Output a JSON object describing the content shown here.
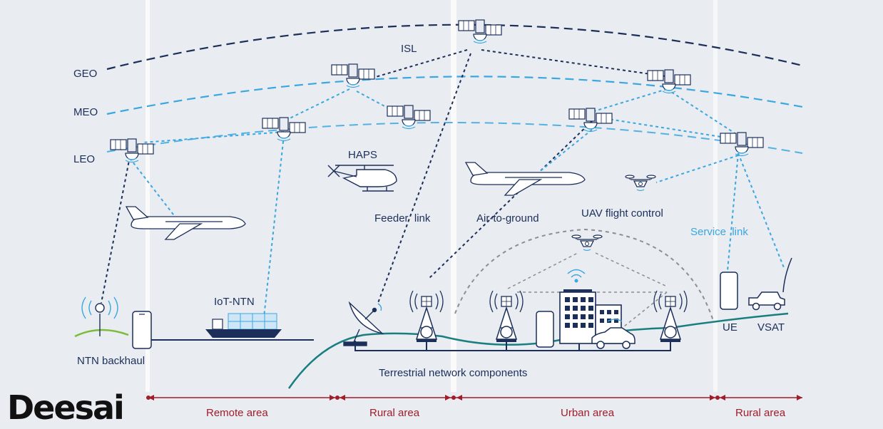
{
  "orbits": {
    "geo": "GEO",
    "meo": "MEO",
    "leo": "LEO"
  },
  "labels": {
    "isl": "ISL",
    "haps": "HAPS",
    "feeder_link": "Feeder  link",
    "air_to_ground": "Air-to-ground",
    "uav_flight_control": "UAV flight control",
    "service_link": "Service  link",
    "iot_ntn": "IoT-NTN",
    "ntn_backhaul": "NTN backhaul",
    "ue": "UE",
    "vsat": "VSAT",
    "terrestrial": "Terrestrial network components"
  },
  "areas": [
    "Remote area",
    "Rural area",
    "Urban area",
    "Rural area"
  ],
  "logo": "Deesai",
  "colors": {
    "navy": "#1c2f5a",
    "light_blue": "#3aa7e0",
    "teal": "#1a7e80",
    "area_red": "#a11d2a",
    "gray": "#8a8f96"
  }
}
